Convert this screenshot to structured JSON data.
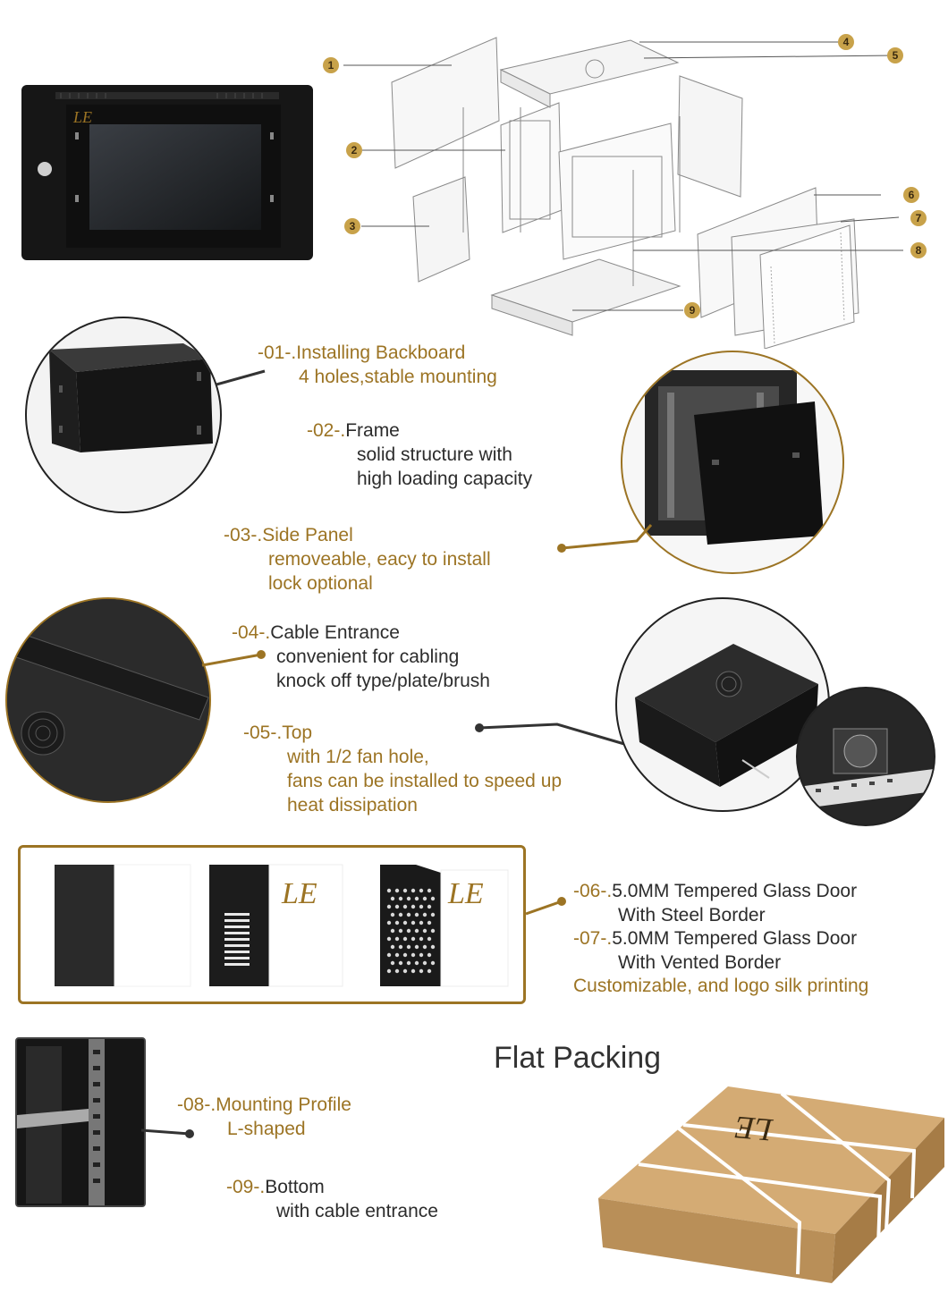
{
  "callouts": [
    "1",
    "2",
    "3",
    "4",
    "5",
    "6",
    "7",
    "8",
    "9"
  ],
  "features": [
    {
      "num": "-01-.",
      "title": "Installing Backboard",
      "lines": [
        "4 holes,stable mounting"
      ],
      "style": "gold"
    },
    {
      "num": "-02-.",
      "title": "Frame",
      "lines": [
        "solid structure with",
        "high loading capacity"
      ],
      "style": "dark"
    },
    {
      "num": "-03-.",
      "title": "Side Panel",
      "lines": [
        "removeable, eacy to install",
        "lock optional"
      ],
      "style": "gold"
    },
    {
      "num": "-04-.",
      "title": "Cable Entrance",
      "lines": [
        "convenient for cabling",
        "knock off type/plate/brush"
      ],
      "style": "dark"
    },
    {
      "num": "-05-.",
      "title": "Top",
      "lines": [
        "with 1/2 fan hole,",
        "fans can be installed to speed up",
        "heat dissipation"
      ],
      "style": "gold"
    },
    {
      "num": "-06-.",
      "title": "5.0MM Tempered Glass Door",
      "lines": [
        "With Steel Border"
      ],
      "style": "dark"
    },
    {
      "num": "-07-.",
      "title": "5.0MM Tempered Glass Door",
      "lines": [
        "With Vented Border"
      ],
      "style": "dark"
    },
    {
      "num": "-08-.",
      "title": "Mounting Profile",
      "lines": [
        "L-shaped"
      ],
      "style": "gold"
    },
    {
      "num": "-09-.",
      "title": "Bottom",
      "lines": [
        "with cable entrance"
      ],
      "style": "dark"
    }
  ],
  "customize_note": "Customizable, and logo silk printing",
  "packing_title": "Flat Packing",
  "logo_mark": "LE",
  "colors": {
    "accent": "#9c7424",
    "text": "#2c2c2c",
    "cabinet": "#1b1b1b",
    "carton": "#c9a06b"
  }
}
